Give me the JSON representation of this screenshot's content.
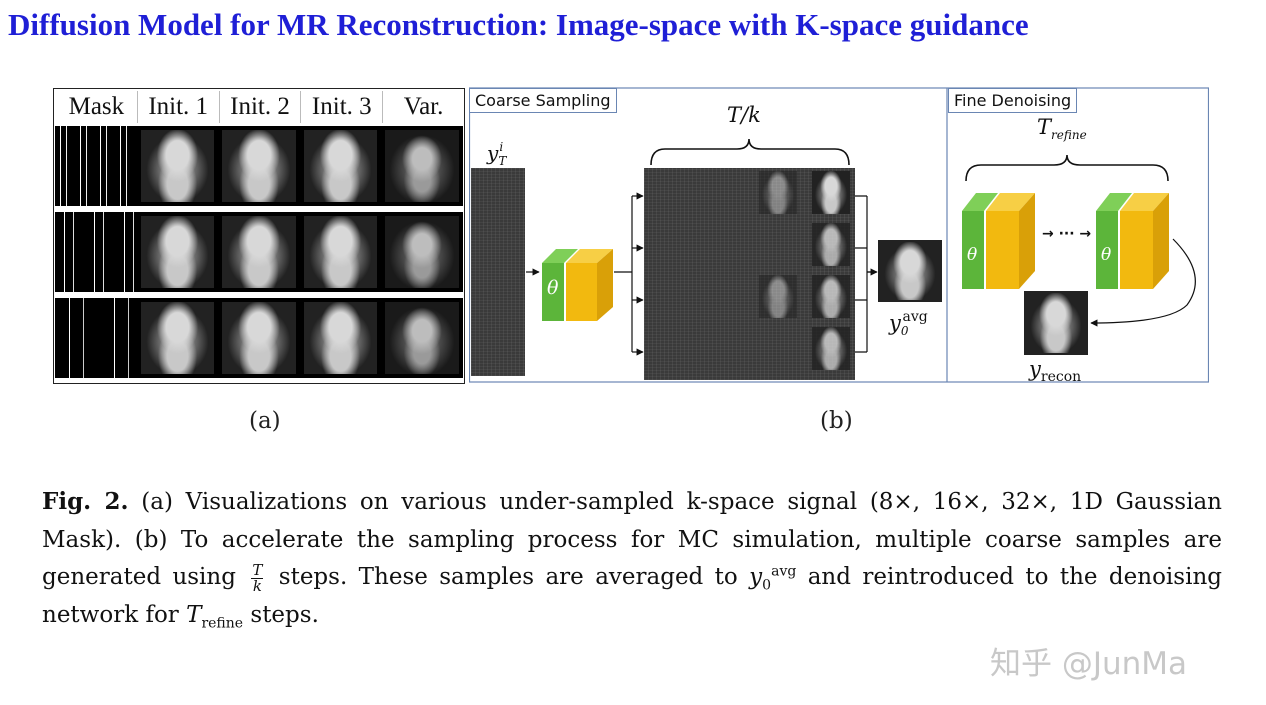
{
  "title": "Diffusion Model for MR Reconstruction: Image-space with K-space guidance",
  "panel_a": {
    "columns": [
      "Mask",
      "Init. 1",
      "Init. 2",
      "Init. 3",
      "Var."
    ],
    "sublabel": "(a)"
  },
  "panel_b": {
    "coarse_title": "Coarse Sampling",
    "fine_title": "Fine Denoising",
    "theta": "θ",
    "ellipsis": "→ ··· →",
    "sublabel": "(b)",
    "y_T_base": "y",
    "y_T_sub": "T",
    "y_T_sup": "i",
    "T_over_k": "T/k",
    "T_refine_base": "T",
    "T_refine_sub": "refine",
    "y0_base": "y",
    "y0_sub": "0",
    "y0_sup": "avg",
    "yrecon_base": "y",
    "yrecon_sub": "recon"
  },
  "caption": {
    "fig": "Fig. 2.",
    "part1": " (a) Visualizations on various under-sampled k-space signal (8×, 16×, 32×, 1D Gaussian Mask). (b) To accelerate the sampling process for MC simulation, multiple coarse samples are generated using ",
    "frac_num": "T",
    "frac_den": "k",
    "part2": " steps. These samples are averaged to ",
    "y": "y",
    "y_sub": "0",
    "y_sup": "avg",
    "part3": " and reintroduced to the denoising network for ",
    "T": "T",
    "T_sub": "refine",
    "part4": " steps."
  },
  "watermark": "知乎 @JunMa",
  "colors": {
    "title": "#1f1fd6",
    "block_green": "#5cb53a",
    "block_yellow": "#f2b90f",
    "box_border": "#6a86b3"
  }
}
